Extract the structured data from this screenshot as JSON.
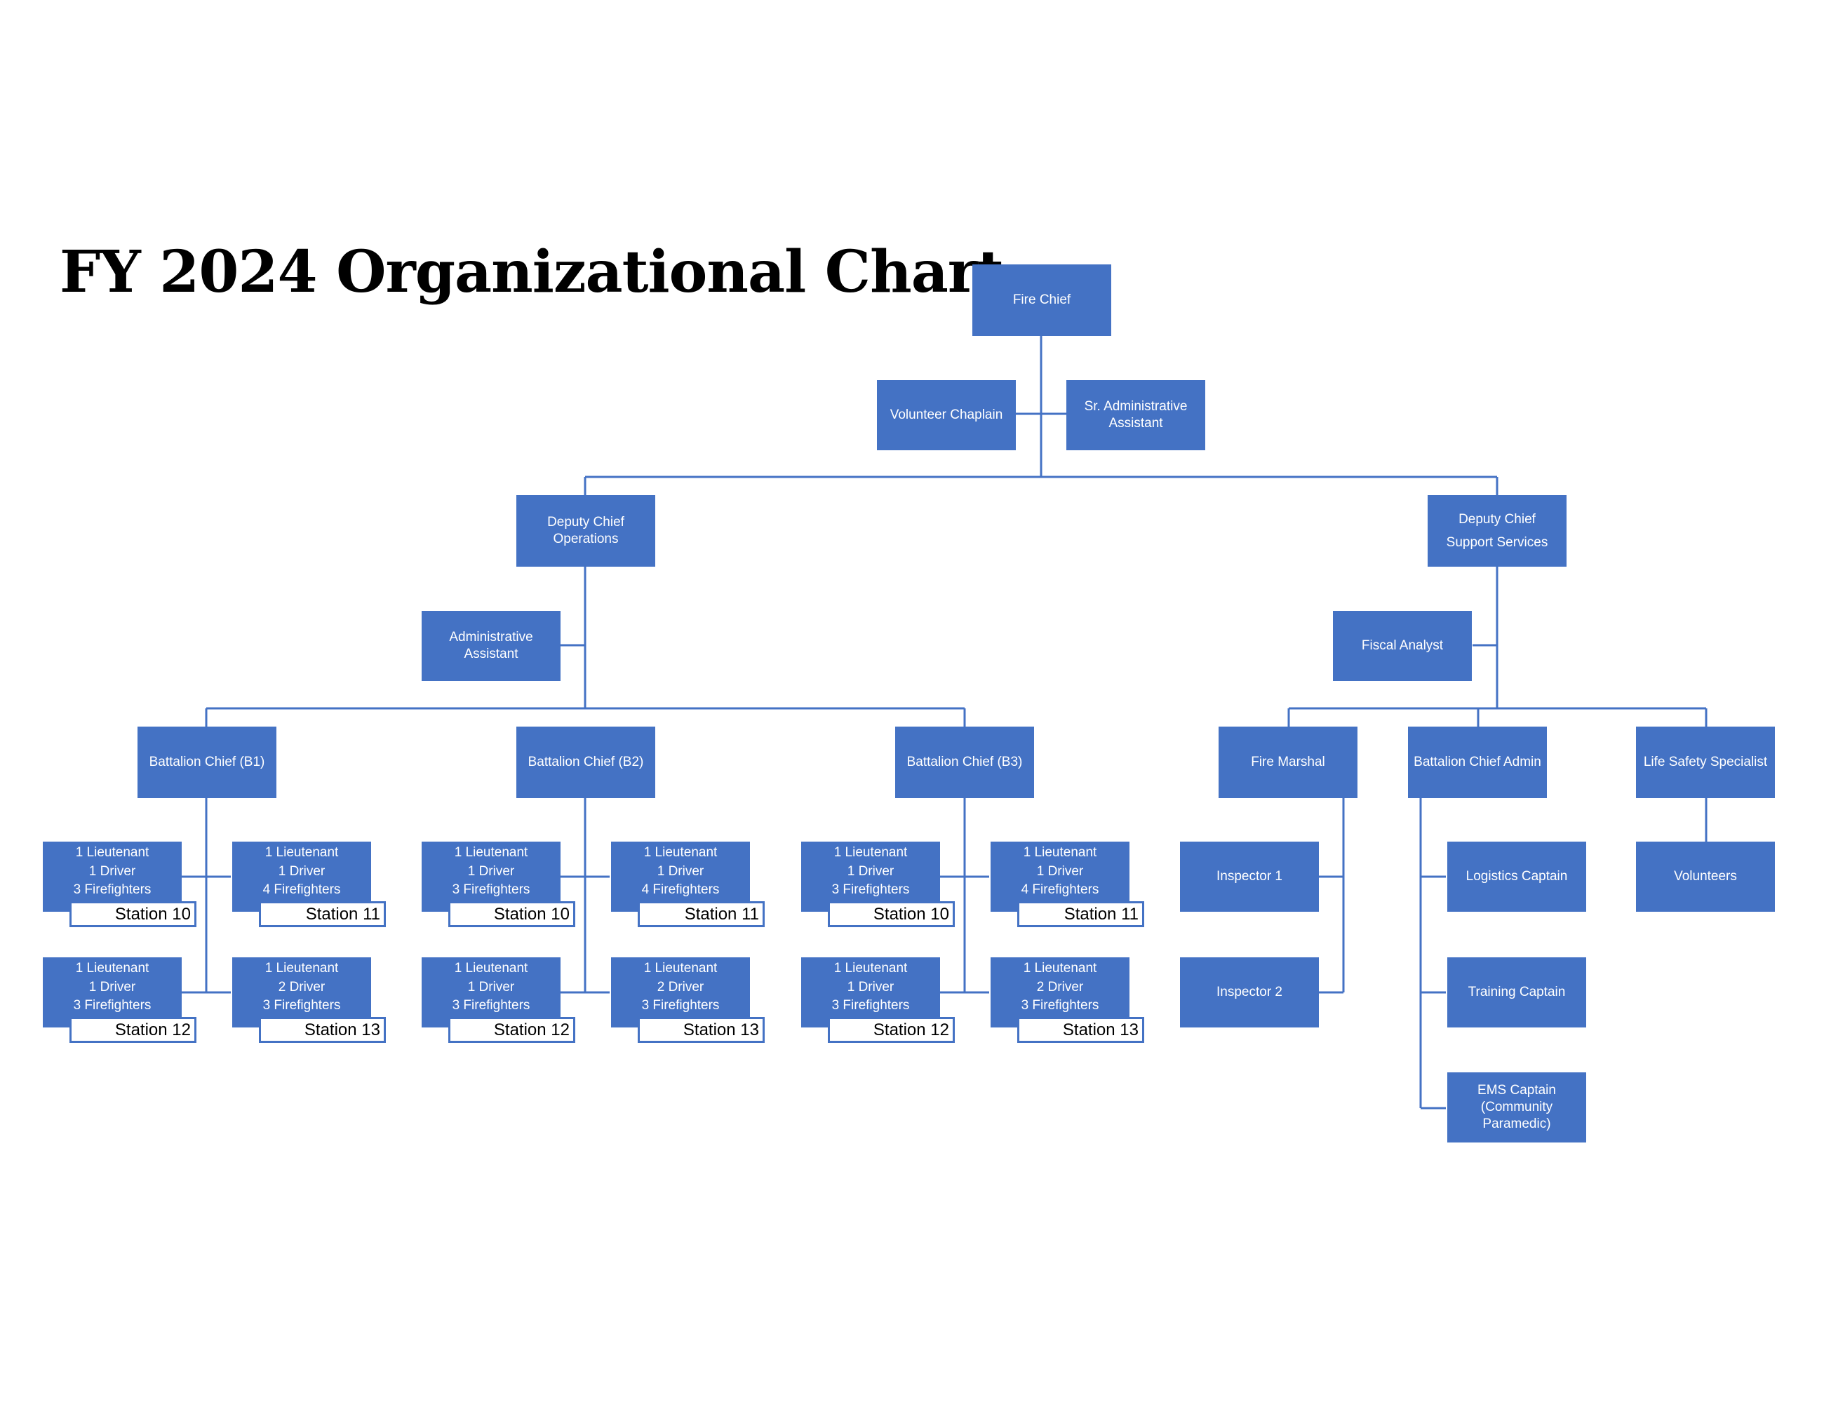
{
  "title": "FY 2024 Organizational Chart",
  "colors": {
    "box": "#4472c4",
    "line": "#4472c4",
    "text": "#ffffff"
  },
  "nodes": {
    "fire_chief": "Fire Chief",
    "volunteer_chaplain": "Volunteer Chaplain",
    "sr_admin_assistant": "Sr. Administrative\nAssistant",
    "deputy_chief_operations": "Deputy Chief\nOperations",
    "deputy_chief_support": "Deputy Chief\nSupport Services",
    "administrative_assistant": "Administrative\nAssistant",
    "fiscal_analyst": "Fiscal Analyst",
    "battalion_chief_b1": "Battalion Chief (B1)",
    "battalion_chief_b2": "Battalion Chief (B2)",
    "battalion_chief_b3": "Battalion Chief (B3)",
    "fire_marshal": "Fire Marshal",
    "battalion_chief_admin": "Battalion Chief Admin",
    "life_safety_specialist": "Life Safety Specialist",
    "inspector_1": "Inspector 1",
    "inspector_2": "Inspector 2",
    "logistics_captain": "Logistics Captain",
    "training_captain": "Training Captain",
    "ems_captain": "EMS Captain\n(Community\nParamedic)",
    "volunteers": "Volunteers"
  },
  "battalions": [
    {
      "stations": [
        {
          "crew": "1 Lieutenant\n1 Driver\n3 Firefighters",
          "station": "Station 10"
        },
        {
          "crew": "1 Lieutenant\n1 Driver\n4 Firefighters",
          "station": "Station 11"
        },
        {
          "crew": "1 Lieutenant\n1 Driver\n3 Firefighters",
          "station": "Station 12"
        },
        {
          "crew": "1 Lieutenant\n2 Driver\n3 Firefighters",
          "station": "Station 13"
        }
      ]
    },
    {
      "stations": [
        {
          "crew": "1 Lieutenant\n1 Driver\n3 Firefighters",
          "station": "Station 10"
        },
        {
          "crew": "1 Lieutenant\n1 Driver\n4 Firefighters",
          "station": "Station 11"
        },
        {
          "crew": "1 Lieutenant\n1 Driver\n3 Firefighters",
          "station": "Station 12"
        },
        {
          "crew": "1 Lieutenant\n2 Driver\n3 Firefighters",
          "station": "Station 13"
        }
      ]
    },
    {
      "stations": [
        {
          "crew": "1 Lieutenant\n1 Driver\n3 Firefighters",
          "station": "Station 10"
        },
        {
          "crew": "1 Lieutenant\n1 Driver\n4 Firefighters",
          "station": "Station 11"
        },
        {
          "crew": "1 Lieutenant\n1 Driver\n3 Firefighters",
          "station": "Station 12"
        },
        {
          "crew": "1 Lieutenant\n2 Driver\n3 Firefighters",
          "station": "Station 13"
        }
      ]
    }
  ]
}
